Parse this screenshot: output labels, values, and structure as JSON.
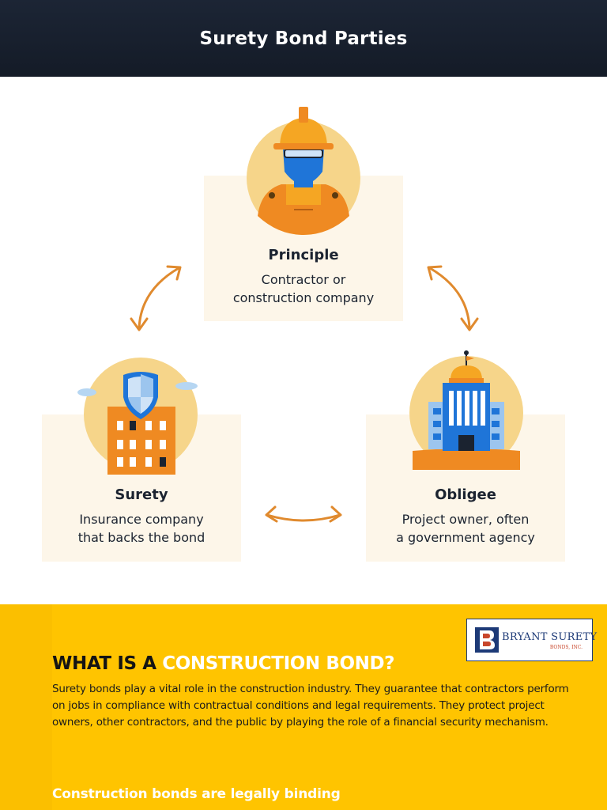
{
  "header": {
    "title": "Surety Bond Parties"
  },
  "parties": {
    "principle": {
      "title": "Principle",
      "desc_line1": "Contractor or",
      "desc_line2": "construction company",
      "icon": "construction-worker-icon"
    },
    "surety": {
      "title": "Surety",
      "desc_line1": "Insurance company",
      "desc_line2": "that backs the bond",
      "icon": "shield-building-icon"
    },
    "obligee": {
      "title": "Obligee",
      "desc_line1": "Project owner, often",
      "desc_line2": "a government agency",
      "icon": "government-building-icon"
    }
  },
  "colors": {
    "header_bg": "#1c2535",
    "card_bg": "#fdf6e9",
    "arrow": "#e08a2e",
    "accent_yellow": "#ffc400",
    "circle": "#f6d58a"
  },
  "construction_bond": {
    "heading_dark": "WHAT IS A ",
    "heading_highlight": "CONSTRUCTION BOND?",
    "body": "Surety bonds play a vital role in the construction industry. They guarantee that contractors perform on jobs in compliance with contractual conditions and legal requirements. They protect project owners, other contractors, and the public by playing the role of a financial security mechanism.",
    "subheading": "Construction bonds are legally binding"
  },
  "logo": {
    "name": "BRYANT SURETY",
    "sub": "BONDS, INC."
  }
}
